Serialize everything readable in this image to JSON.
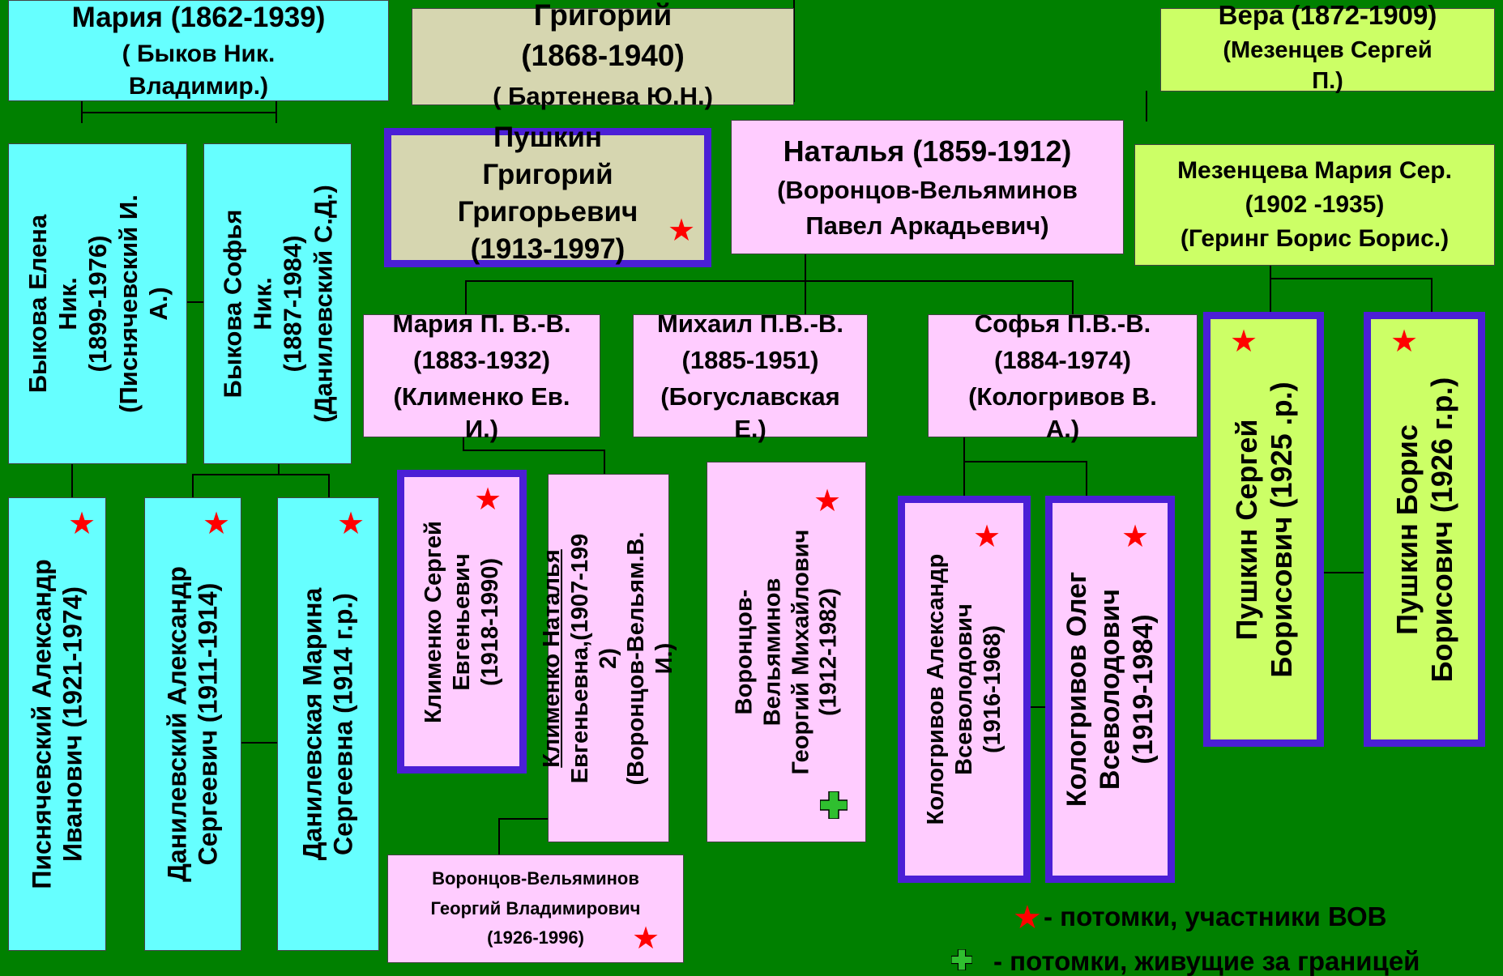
{
  "colors": {
    "background": "#008000",
    "cyan": "#66ffff",
    "khaki": "#d6d6b0",
    "pink": "#ffccff",
    "lime": "#ccff66",
    "frame": "#4b1fd6",
    "star": "#ff0000"
  },
  "top": {
    "maria": [
      "Мария (1862-1939)",
      "( Быков Ник.",
      "Владимир.)"
    ],
    "grigoriy": [
      "Григорий",
      "(1868-1940)",
      "( Бартенева Ю.Н.)"
    ],
    "vera": [
      "Вера (1872-1909)",
      "(Мезенцев Сергей",
      "П.)"
    ],
    "natalya": [
      "Наталья (1859-1912)",
      "(Воронцов-Вельяминов",
      "Павел Аркадьевич)"
    ],
    "pushkin_gg": [
      "Пушкин",
      "Григорий",
      "Григорьевич",
      "(1913-1997)"
    ],
    "mezentseva": [
      "Мезенцева Мария Сер.",
      "(1902 -1935)",
      "(Геринг Борис Борис.)"
    ]
  },
  "middle": {
    "bykova_elena": [
      "Быкова Елена",
      "Ник.",
      "(1899-1976)",
      "(Писнячевский И.",
      "А.)"
    ],
    "bykova_sofya": [
      "Быкова Софья",
      "Ник.",
      "(1887-1984)",
      "(Данилевский С.Д.)"
    ],
    "maria_pvv": [
      "Мария П. В.-В.",
      "(1883-1932)",
      "(Клименко Ев.",
      "И.)"
    ],
    "mikhail_pvv": [
      "Михаил П.В.-В.",
      "(1885-1951)",
      "(Богуславская",
      "Е.)"
    ],
    "sofya_pvv": [
      "Софья П.В.-В.",
      "(1884-1974)",
      "(Кологривов В.",
      "А.)"
    ]
  },
  "bottom": {
    "pisnyachevskiy": [
      "Писнячевский Александр",
      "Иванович (1921-1974)"
    ],
    "danilevskiy_a": [
      "Данилевский Александр",
      "Сергеевич (1911-1914)"
    ],
    "danilevskaya_m": [
      "Данилевская Марина",
      "Сергеевна (1914 г.р.)"
    ],
    "klimenko_s": [
      "Клименко Сергей",
      "Евгеньевич",
      "(1918-1990)"
    ],
    "klimenko_n": [
      "Клименко Наталья",
      "Евгеньевна,(1907-199",
      "2)",
      "(Воронцов-Вельям.В.",
      "И.)"
    ],
    "vv_georgiy_m": [
      "Воронцов-",
      "Вельяминов",
      "Георгий Михайлович",
      "(1912-1982)"
    ],
    "kologrivov_a": [
      "Кологривов Александр",
      "Всеволодович",
      "(1916-1968)"
    ],
    "kologrivov_o": [
      "Кологривов Олег",
      "Всеволодович",
      "(1919-1984)"
    ],
    "pushkin_s": [
      "Пушкин Сергей",
      "Борисович (1925 .р.)"
    ],
    "pushkin_b": [
      "Пушкин Борис",
      "Борисович (1926 г.р.)"
    ],
    "vv_georgiy_v": [
      "Воронцов-Вельяминов",
      "Георгий Владимирович",
      "(1926-1996)"
    ]
  },
  "legend": {
    "veterans": "- потомки, участники ВОВ",
    "abroad": "- потомки, живущие за границей"
  }
}
